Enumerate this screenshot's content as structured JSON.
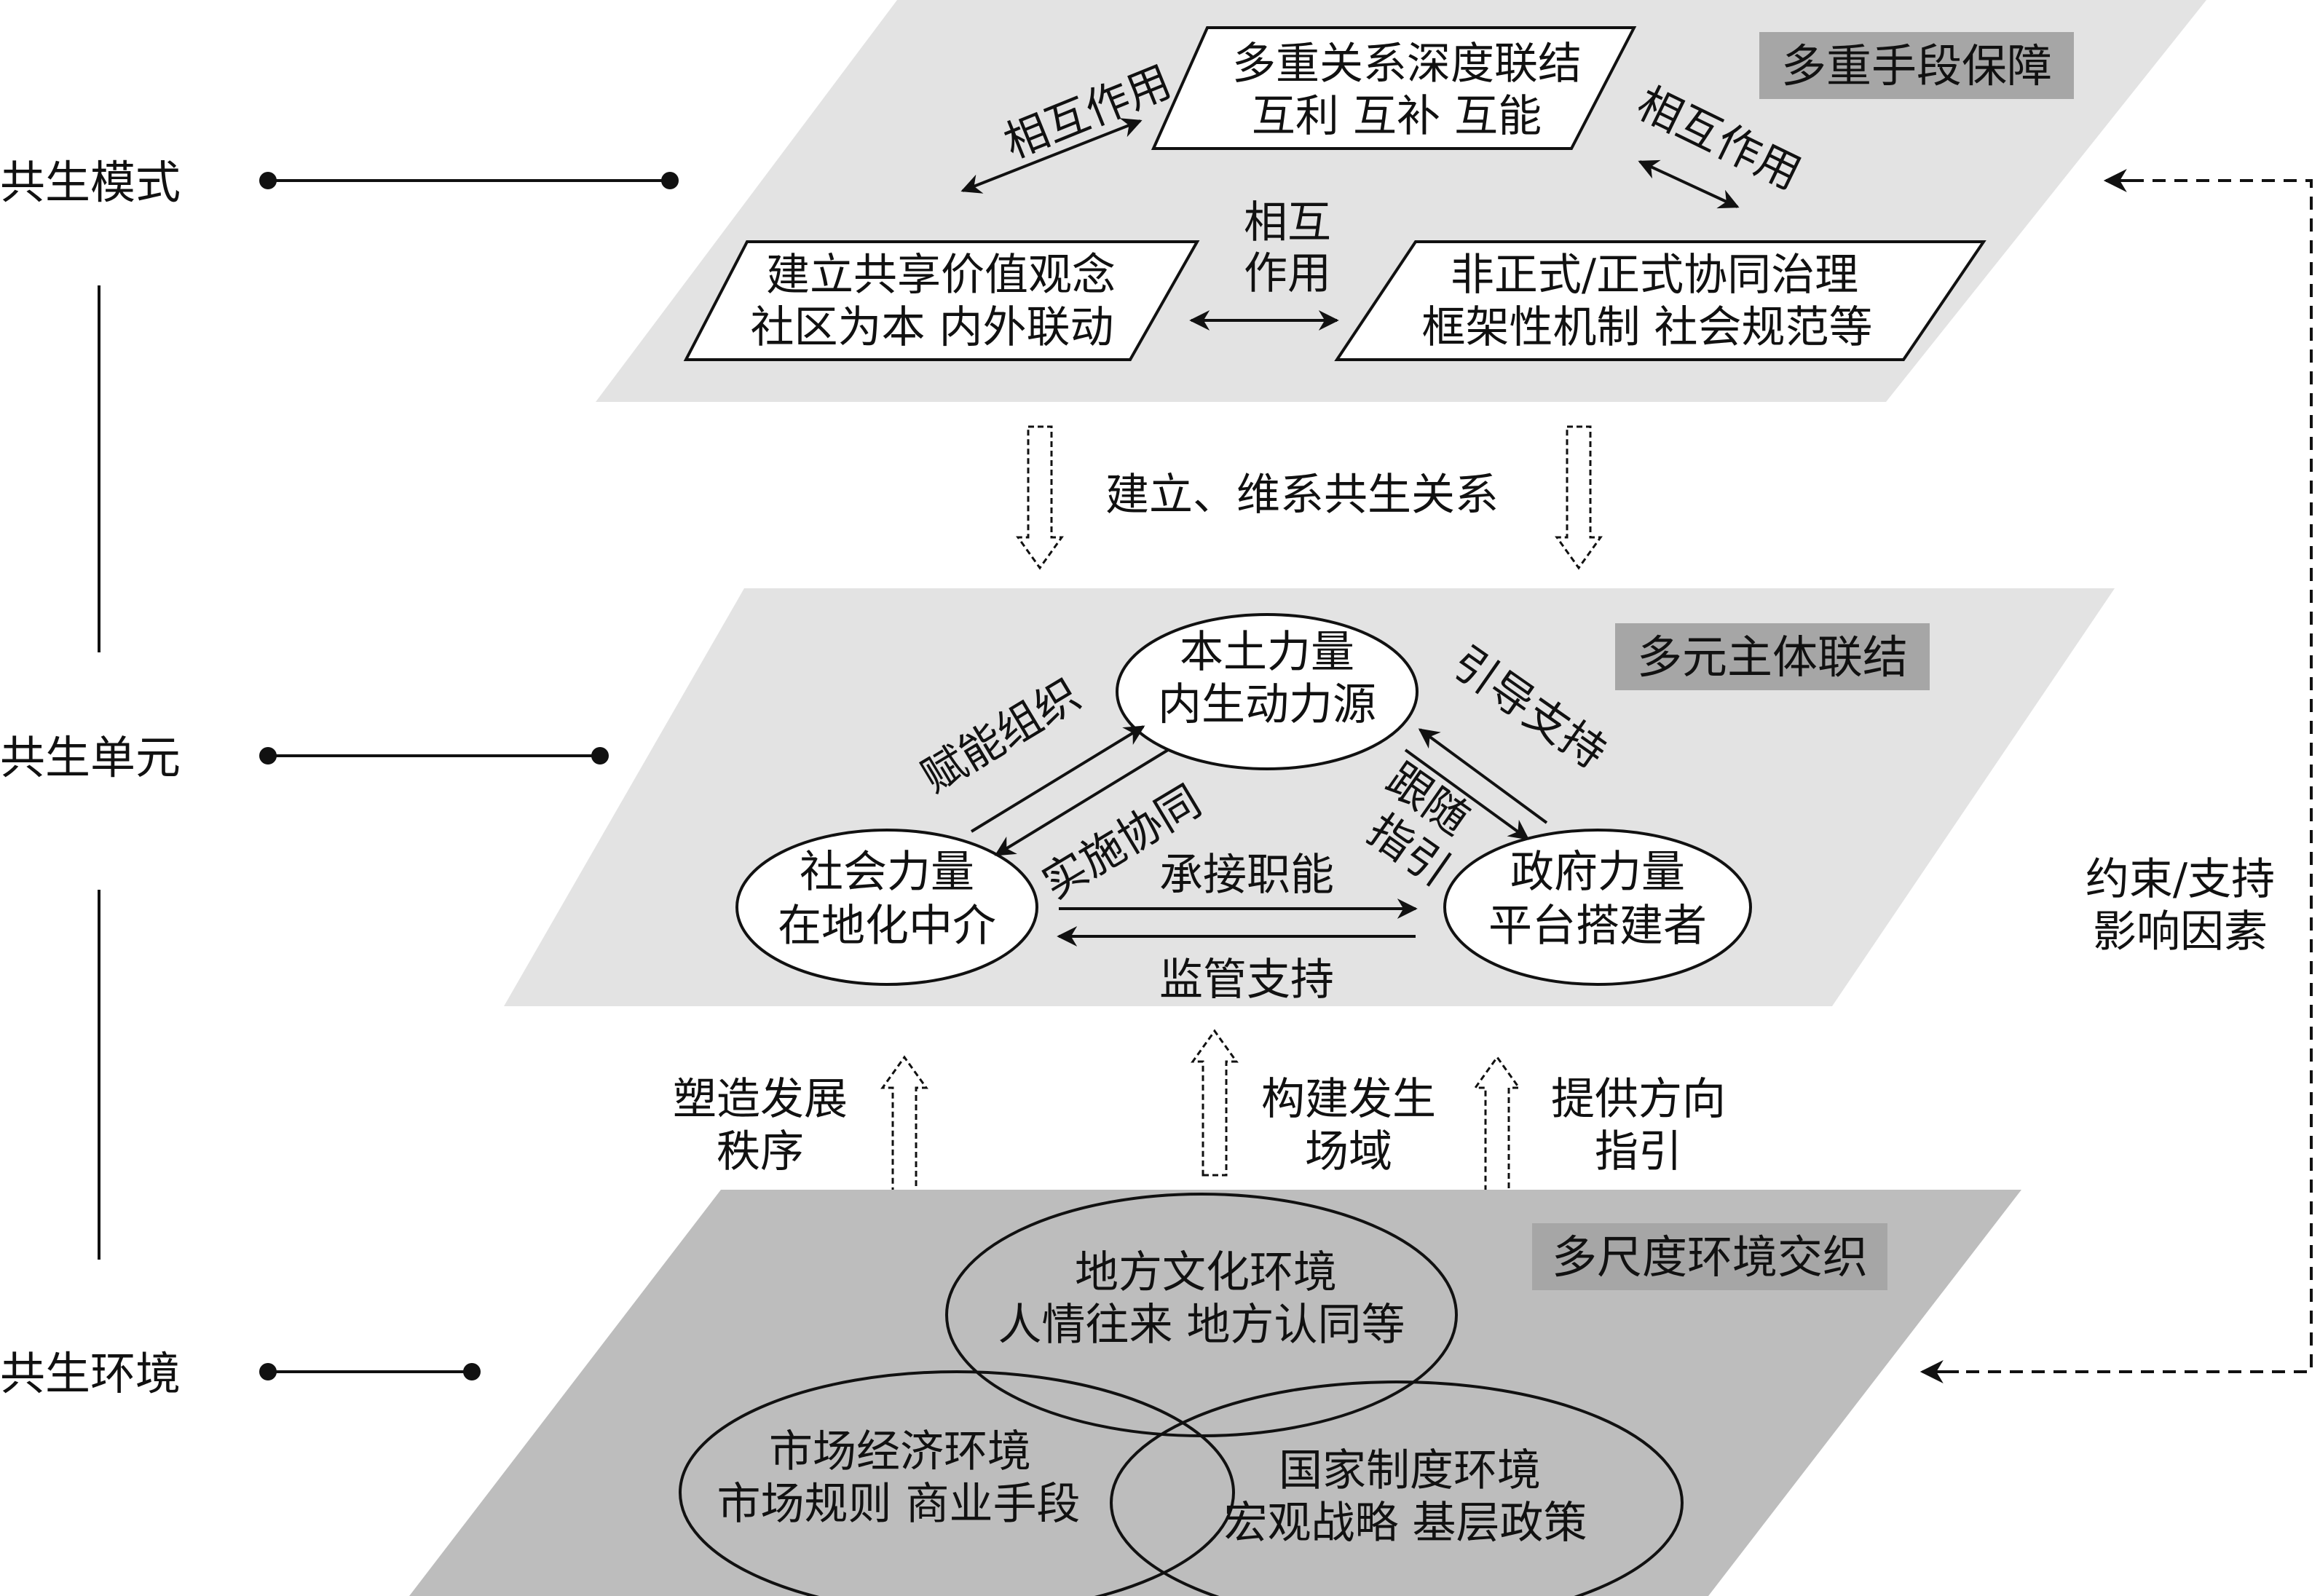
{
  "left_labels": {
    "mode": "共生模式",
    "unit": "共生单元",
    "environment": "共生环境"
  },
  "top_layer": {
    "tag": "多重手段保障",
    "box_top": {
      "line1": "多重关系深度联结",
      "line2": "互利 互补 互能"
    },
    "box_left": {
      "line1": "建立共享价值观念",
      "line2": "社区为本 内外联动"
    },
    "box_right": {
      "line1": "非正式/正式协同治理",
      "line2": "框架性机制 社会规范等"
    },
    "interaction_left": "相互作用",
    "interaction_right": "相互作用",
    "interaction_mid_line1": "相互",
    "interaction_mid_line2": "作用"
  },
  "top_to_middle": {
    "label": "建立、维系共生关系"
  },
  "middle_layer": {
    "tag": "多元主体联结",
    "local": {
      "line1": "本土力量",
      "line2": "内生动力源"
    },
    "social": {
      "line1": "社会力量",
      "line2": "在地化中介"
    },
    "government": {
      "line1": "政府力量",
      "line2": "平台搭建者"
    },
    "edge_empower": "赋能组织",
    "edge_implement": "实施协同",
    "edge_guide": "引导支持",
    "edge_follow_line1": "跟随",
    "edge_follow_line2": "指引",
    "edge_undertake": "承接职能",
    "edge_supervise": "监管支持"
  },
  "bottom_to_middle": {
    "shape_line1": "塑造发展",
    "shape_line2": "秩序",
    "field_line1": "构建发生",
    "field_line2": "场域",
    "direction_line1": "提供方向",
    "direction_line2": "指引"
  },
  "side_feedback": {
    "line1": "约束/支持",
    "line2": "影响因素"
  },
  "bottom_layer": {
    "tag": "多尺度环境交织",
    "culture": {
      "line1": "地方文化环境",
      "line2": "人情往来 地方认同等"
    },
    "market": {
      "line1": "市场经济环境",
      "line2": "市场规则 商业手段"
    },
    "state": {
      "line1": "国家制度环境",
      "line2": "宏观战略 基层政策"
    }
  },
  "colors": {
    "top_plane": "#e3e3e3",
    "middle_plane": "#e3e3e3",
    "bottom_plane": "#bdbdbd",
    "tag_fill": "#a6a6a6",
    "stroke": "#111111"
  }
}
